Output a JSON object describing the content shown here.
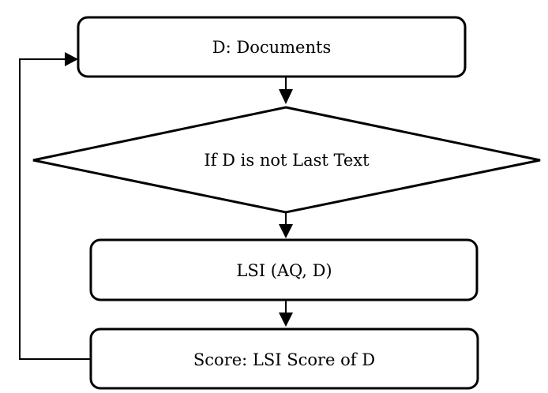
{
  "nodes": {
    "documents": {
      "label": "D: Documents"
    },
    "decision": {
      "label": "If D is not Last Text"
    },
    "lsi": {
      "label": "LSI (AQ, D)"
    },
    "score": {
      "label": "Score: LSI Score of D"
    }
  },
  "edges": [
    {
      "from": "documents",
      "to": "decision"
    },
    {
      "from": "decision",
      "to": "lsi"
    },
    {
      "from": "lsi",
      "to": "score"
    },
    {
      "from": "score",
      "to": "documents"
    }
  ],
  "colors": {
    "stroke": "#000000",
    "fill": "#ffffff",
    "text": "#000000"
  }
}
